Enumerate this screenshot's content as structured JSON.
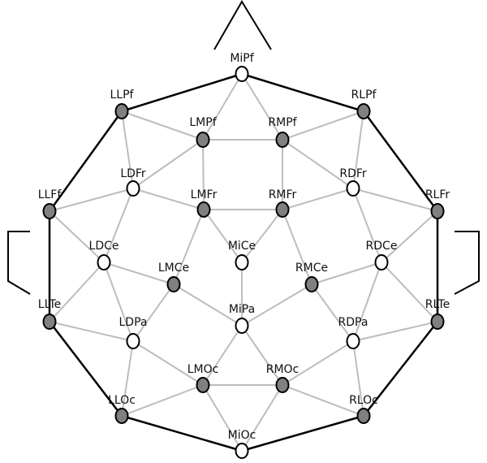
{
  "colors": {
    "filled_node": "#808080",
    "open_node": "#ffffff",
    "node_stroke": "#000000",
    "outline": "#000000",
    "connection": "#bdbdbd"
  },
  "electrodes": [
    {
      "id": "MiPf",
      "label": "MiPf",
      "filled": false
    },
    {
      "id": "LLPf",
      "label": "LLPf",
      "filled": true
    },
    {
      "id": "RLPf",
      "label": "RLPf",
      "filled": true
    },
    {
      "id": "LMPf",
      "label": "LMPf",
      "filled": true
    },
    {
      "id": "RMPf",
      "label": "RMPf",
      "filled": true
    },
    {
      "id": "LDFr",
      "label": "LDFr",
      "filled": false
    },
    {
      "id": "RDFr",
      "label": "RDFr",
      "filled": false
    },
    {
      "id": "LLFf",
      "label": "LLFf",
      "filled": true
    },
    {
      "id": "LMFr",
      "label": "LMFr",
      "filled": true
    },
    {
      "id": "RMFr",
      "label": "RMFr",
      "filled": true
    },
    {
      "id": "RLFr",
      "label": "RLFr",
      "filled": true
    },
    {
      "id": "LDCe",
      "label": "LDCe",
      "filled": false
    },
    {
      "id": "MiCe",
      "label": "MiCe",
      "filled": false
    },
    {
      "id": "RDCe",
      "label": "RDCe",
      "filled": false
    },
    {
      "id": "LMCe",
      "label": "LMCe",
      "filled": true
    },
    {
      "id": "RMCe",
      "label": "RMCe",
      "filled": true
    },
    {
      "id": "LLTe",
      "label": "LLTe",
      "filled": true
    },
    {
      "id": "RLTe",
      "label": "RLTe",
      "filled": true
    },
    {
      "id": "LDPa",
      "label": "LDPa",
      "filled": false
    },
    {
      "id": "MiPa",
      "label": "MiPa",
      "filled": false
    },
    {
      "id": "RDPa",
      "label": "RDPa",
      "filled": false
    },
    {
      "id": "LMOc",
      "label": "LMOc",
      "filled": true
    },
    {
      "id": "RMOc",
      "label": "RMOc",
      "filled": true
    },
    {
      "id": "LLOc",
      "label": "LLOc",
      "filled": true
    },
    {
      "id": "RLOc",
      "label": "RLOc",
      "filled": true
    },
    {
      "id": "MiOc",
      "label": "MiOc",
      "filled": false
    }
  ],
  "outline_edges": [
    [
      "MiPf",
      "LLPf"
    ],
    [
      "MiPf",
      "RLPf"
    ],
    [
      "LLPf",
      "LLFf"
    ],
    [
      "RLPf",
      "RLFr"
    ],
    [
      "LLFf",
      "LLTe"
    ],
    [
      "RLFr",
      "RLTe"
    ],
    [
      "LLTe",
      "LLOc"
    ],
    [
      "RLTe",
      "RLOc"
    ],
    [
      "LLOc",
      "MiOc"
    ],
    [
      "RLOc",
      "MiOc"
    ]
  ],
  "connection_edges": [
    [
      "MiPf",
      "LMPf"
    ],
    [
      "MiPf",
      "RMPf"
    ],
    [
      "LLPf",
      "LMPf"
    ],
    [
      "RLPf",
      "RMPf"
    ],
    [
      "LMPf",
      "RMPf"
    ],
    [
      "LLPf",
      "LDFr"
    ],
    [
      "RLPf",
      "RDFr"
    ],
    [
      "LMPf",
      "LDFr"
    ],
    [
      "RMPf",
      "RDFr"
    ],
    [
      "LMPf",
      "LMFr"
    ],
    [
      "RMPf",
      "RMFr"
    ],
    [
      "LLFf",
      "LDFr"
    ],
    [
      "RLFr",
      "RDFr"
    ],
    [
      "LDFr",
      "LMFr"
    ],
    [
      "RDFr",
      "RMFr"
    ],
    [
      "LMFr",
      "RMFr"
    ],
    [
      "LLFf",
      "LDCe"
    ],
    [
      "RLFr",
      "RDCe"
    ],
    [
      "LDFr",
      "LDCe"
    ],
    [
      "RDFr",
      "RDCe"
    ],
    [
      "LMFr",
      "LMCe"
    ],
    [
      "RMFr",
      "RMCe"
    ],
    [
      "LMFr",
      "MiCe"
    ],
    [
      "RMFr",
      "MiCe"
    ],
    [
      "LDCe",
      "LMCe"
    ],
    [
      "RDCe",
      "RMCe"
    ],
    [
      "LDCe",
      "LLTe"
    ],
    [
      "RDCe",
      "RLTe"
    ],
    [
      "LDCe",
      "LDPa"
    ],
    [
      "RDCe",
      "RDPa"
    ],
    [
      "LMCe",
      "MiPa"
    ],
    [
      "RMCe",
      "MiPa"
    ],
    [
      "MiCe",
      "MiPa"
    ],
    [
      "LMCe",
      "LDPa"
    ],
    [
      "RMCe",
      "RDPa"
    ],
    [
      "LLTe",
      "LDPa"
    ],
    [
      "RLTe",
      "RDPa"
    ],
    [
      "LDPa",
      "LMOc"
    ],
    [
      "RDPa",
      "RMOc"
    ],
    [
      "LDPa",
      "LLOc"
    ],
    [
      "RDPa",
      "RLOc"
    ],
    [
      "MiPa",
      "LMOc"
    ],
    [
      "MiPa",
      "RMOc"
    ],
    [
      "LMOc",
      "RMOc"
    ],
    [
      "LMOc",
      "LLOc"
    ],
    [
      "RMOc",
      "RLOc"
    ],
    [
      "LMOc",
      "MiOc"
    ],
    [
      "RMOc",
      "MiOc"
    ]
  ]
}
